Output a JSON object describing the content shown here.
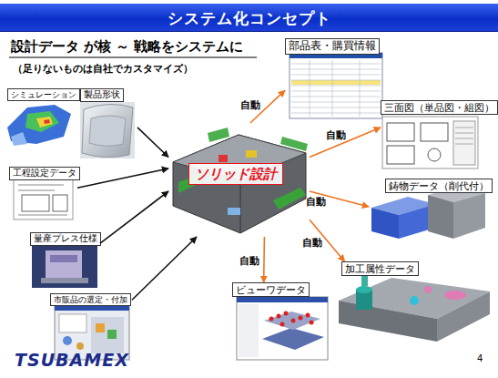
{
  "diagram": {
    "title": "システム化コンセプト",
    "nodes": [
      {
        "text": [
          "シミュレーション"
        ]
      },
      {
        "text": [
          "製品形状"
        ]
      },
      {
        "text": [
          "工程設定データ"
        ]
      },
      {
        "text": [
          "量産プレス仕様"
        ]
      },
      {
        "text": [
          "市販品の選定・付加"
        ]
      },
      {
        "text": [
          "ソリッド設計"
        ]
      },
      {
        "text": [
          "部品表・購買情報"
        ]
      },
      {
        "text": [
          "三面図（単品図・組図）"
        ]
      },
      {
        "text": [
          "鋳物データ（削代付）"
        ]
      },
      {
        "text": [
          "加工属性データ"
        ]
      },
      {
        "text": [
          "ビューワデータ"
        ]
      }
    ],
    "edges": [
      {
        "from": 1,
        "to": 5,
        "arrow": "to"
      },
      {
        "from": 2,
        "to": 5,
        "arrow": "to"
      },
      {
        "from": 3,
        "to": 5,
        "arrow": "to"
      },
      {
        "from": 4,
        "to": 5,
        "arrow": "to"
      },
      {
        "from": 5,
        "to": 6,
        "label": "自動",
        "arrow": "to"
      },
      {
        "from": 5,
        "to": 7,
        "label": "自動",
        "arrow": "to"
      },
      {
        "from": 5,
        "to": 8,
        "label": "自動",
        "arrow": "to"
      },
      {
        "from": 5,
        "to": 9,
        "label": "自動",
        "arrow": "to"
      },
      {
        "from": 5,
        "to": 10,
        "label": "自動",
        "arrow": "to"
      }
    ],
    "labels": [
      "設計データ が核 ～ 戦略をシステムに",
      "（足りないものは自社でカスタマイズ）",
      "TSUBAMEX",
      "4"
    ]
  }
}
